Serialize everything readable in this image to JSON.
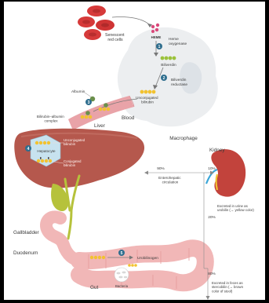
{
  "labels": {
    "senescent_red_cells": [
      "Senescent",
      "red cells"
    ],
    "heme": "HEME",
    "heme_oxygenase": [
      "Heme",
      "oxygenase"
    ],
    "biliverdin": "Biliverdin",
    "biliverdin_reductase": [
      "Biliverdin",
      "reductase"
    ],
    "unconjugated_bilirubin_mac": [
      "Unconjugated",
      "bilirubin"
    ],
    "macrophage": "Macrophage",
    "albumin": "Albumin",
    "bilirubin_albumin_complex": [
      "Bilirubin–albumin",
      "complex"
    ],
    "blood": "Blood",
    "liver": "Liver",
    "unconjugated_bilirubin_liver": [
      "Unconjugated",
      "bilirubin"
    ],
    "hepatocyte": "Hepatocyte",
    "conjugated_bilirubin": [
      "Conjugated",
      "bilirubin"
    ],
    "gallbladder": "Gallbladder",
    "kidney": "Kidney",
    "percent_90": "90%",
    "percent_10": "10%",
    "percent_20": "20%",
    "percent_80": "80%",
    "enterohepatic": [
      "Enterohepatic",
      "circulation"
    ],
    "urine": [
      "Excreted in urine as",
      "urobilin (→ yellow color)"
    ],
    "feces": [
      "Excreted in feces as",
      "stercobilin (→ brown",
      "color of stool)"
    ],
    "duodenum": "Duodenum",
    "urobilinogen": "Urobilinogen",
    "gut": "Gut",
    "bacteria": "Bacteria"
  },
  "steps": [
    "1",
    "2",
    "3",
    "4",
    "5"
  ],
  "colors": {
    "red_cell": "#d63a3a",
    "macrophage_bg": "#eceef0",
    "bilirubin_dot": "#f2c230",
    "biliverdin_dot": "#9bc23c",
    "liver": "#b5584d",
    "vessel": "#e9a3a8",
    "kidney": "#c2433c",
    "intestine": "#f1b7b7",
    "gallbladder": "#b6c23b",
    "step_circle": "#2f6e8e",
    "hepatocyte": "#c7e2ef"
  }
}
